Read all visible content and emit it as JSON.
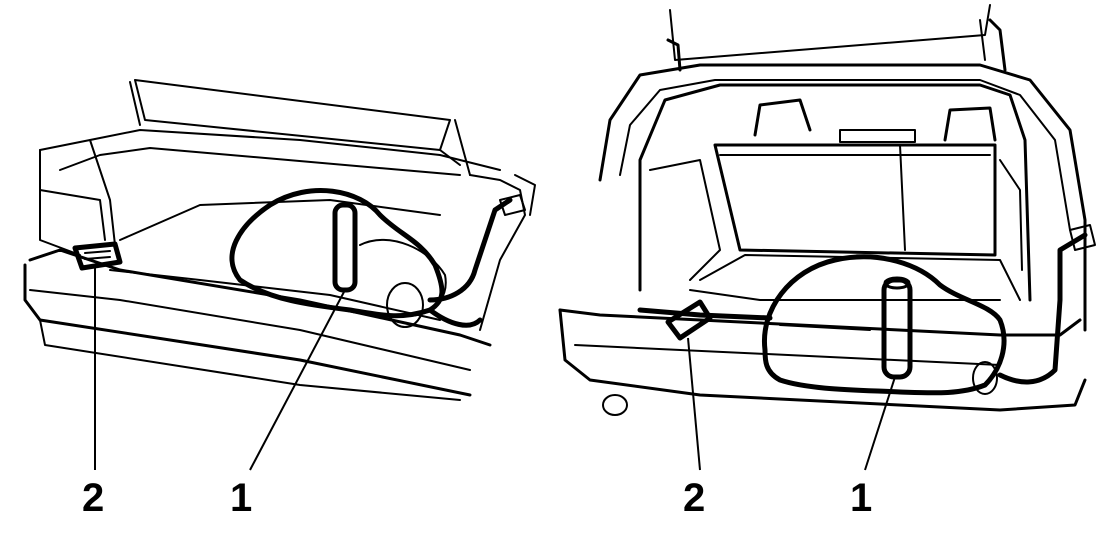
{
  "callouts": {
    "sedan": {
      "relay": "1",
      "fusebox": "2"
    },
    "wagon": {
      "relay": "1",
      "fusebox": "2"
    }
  },
  "colors": {
    "line": "#000000",
    "background": "#ffffff"
  }
}
